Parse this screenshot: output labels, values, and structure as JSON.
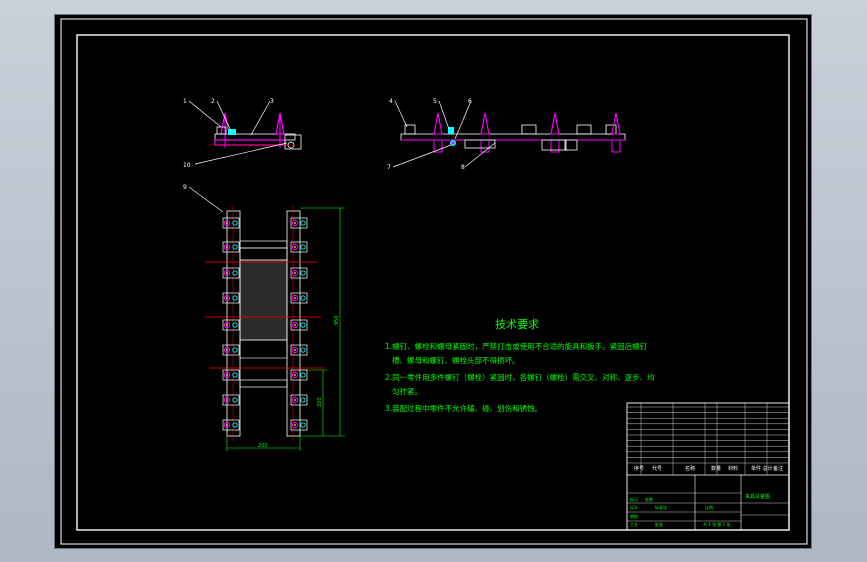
{
  "drawing": {
    "tech_title": "技术要求",
    "notes": [
      "1.螺钉、螺栓和螺母紧固时，严禁打击或使用不合适的旋具和扳手。紧固后螺钉",
      "槽、螺母和螺钉、螺栓头部不得损坏。",
      "2.同一零件用多件螺钉（螺栓）紧固时，各螺钉（螺栓）需交叉、对称、逐步、均",
      "匀拧紧。",
      "3.装配过程中零件不允许磕、碰、划伤和锈蚀。"
    ],
    "balloons_front": [
      "1",
      "2",
      "3",
      "10"
    ],
    "balloons_side": [
      "4",
      "5",
      "6",
      "7",
      "8"
    ],
    "balloon_plan": "9",
    "dims": {
      "width": "200",
      "height": "950",
      "half": "320"
    },
    "title_block": {
      "col_seq": "序号",
      "col_code": "代号",
      "col_name": "名称",
      "col_qty": "数量",
      "col_material": "材料",
      "col_mass": "单件 总计",
      "col_note": "备注",
      "row_mark": "标记",
      "row_design": "设计",
      "row_check": "审核",
      "row_process": "工艺",
      "row_count": "处数",
      "row_std": "标准化",
      "row_approve": "批准",
      "scale": "比例",
      "sheet_of": "共 1 张 第 1 张",
      "drawing_title": "夹具总装图"
    }
  }
}
